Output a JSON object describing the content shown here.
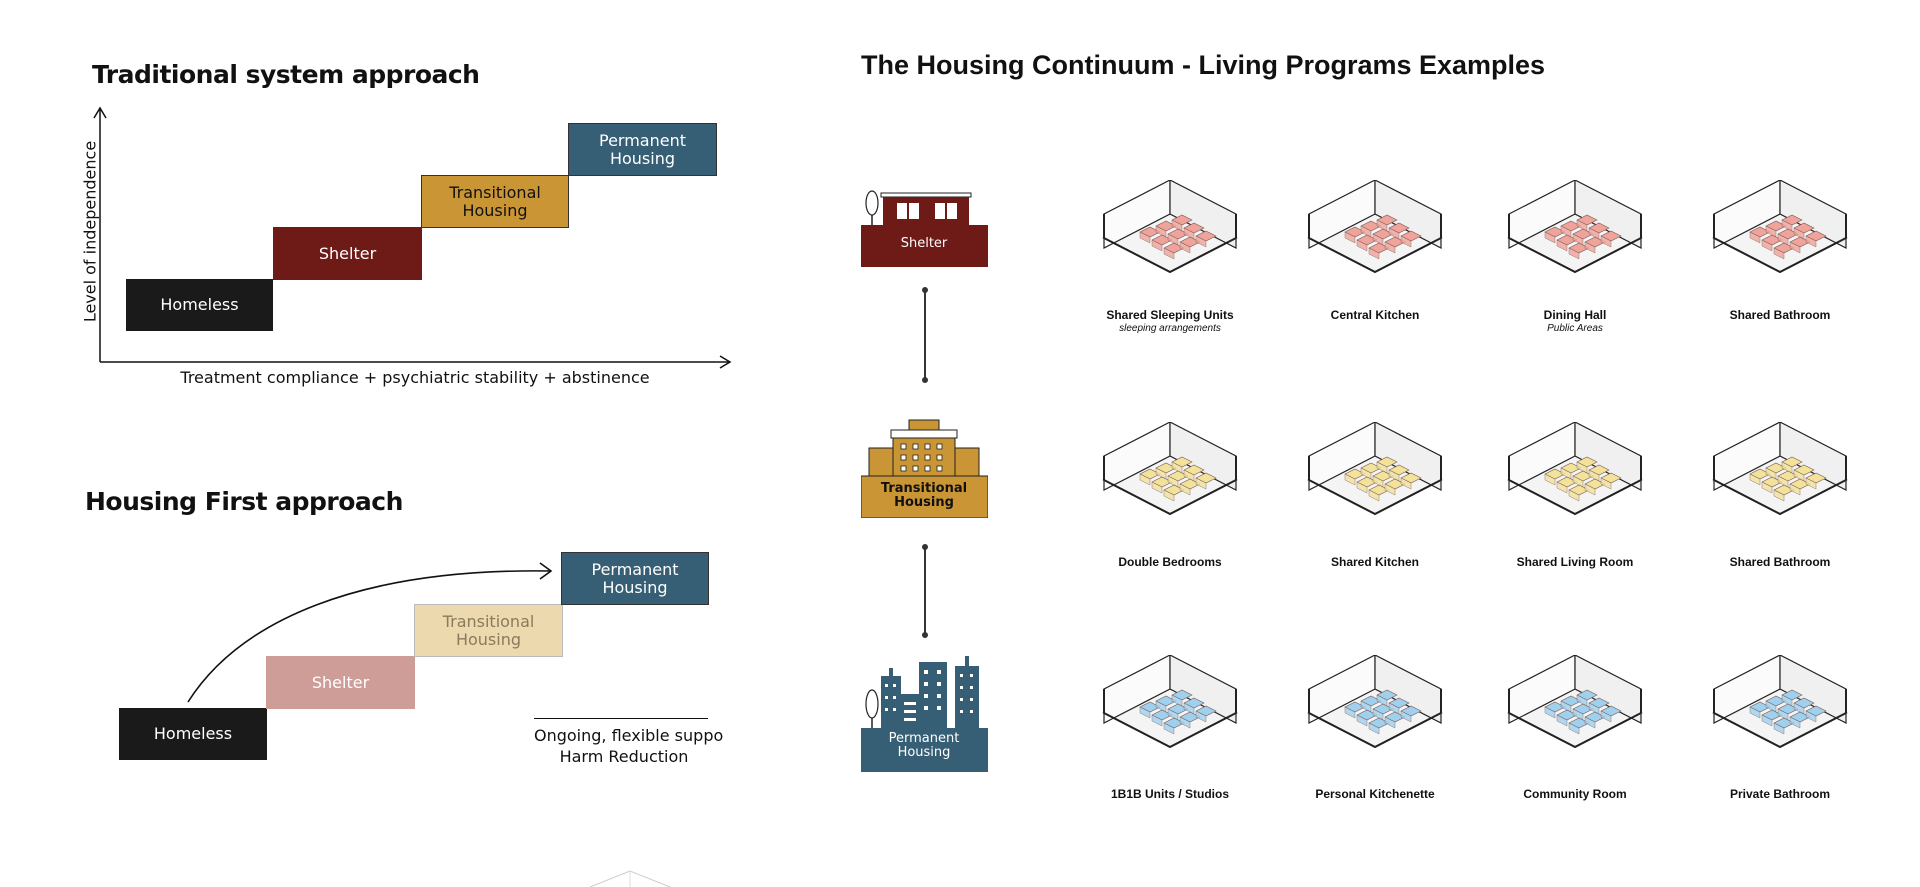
{
  "traditional": {
    "title": "Traditional system approach",
    "y_axis_label": "Level of independence",
    "x_axis_label": "Treatment compliance + psychiatric stability + abstinence",
    "steps": [
      {
        "label": "Homeless",
        "color": "#1a1a1a"
      },
      {
        "label": "Shelter",
        "color": "#6e1a17"
      },
      {
        "label": "Transitional\nHousing",
        "color": "#c99535"
      },
      {
        "label": "Permanent\nHousing",
        "color": "#365e74"
      }
    ]
  },
  "housing_first": {
    "title": "Housing First approach",
    "steps": [
      {
        "label": "Homeless",
        "color": "#1a1a1a"
      },
      {
        "label": "Shelter",
        "color": "#cf9d98"
      },
      {
        "label": "Transitional\nHousing",
        "color": "#ecd9ae"
      },
      {
        "label": "Permanent\nHousing",
        "color": "#365e74"
      }
    ],
    "support_line1": "Ongoing, flexible suppo",
    "support_line2": "Harm Reduction"
  },
  "continuum": {
    "title": "The Housing Continuum - Living Programs Examples",
    "levels": [
      {
        "icon": "shelter-building-icon",
        "label": "Shelter",
        "color": "#6e1a17",
        "text_color": "#ffffff",
        "rooms": [
          {
            "caption": "Shared Sleeping Units",
            "sub": "sleeping arrangements",
            "fill": "#f0a39a",
            "icon": "shared-sleeping-units-icon"
          },
          {
            "caption": "Central Kitchen",
            "sub": "",
            "fill": "#f0a39a",
            "icon": "central-kitchen-icon"
          },
          {
            "caption": "Dining Hall",
            "sub": "Public Areas",
            "fill": "#f0a39a",
            "icon": "dining-hall-icon"
          },
          {
            "caption": "Shared Bathroom",
            "sub": "",
            "fill": "#f0a39a",
            "icon": "shared-bathroom-icon"
          }
        ]
      },
      {
        "icon": "transitional-building-icon",
        "label": "Transitional\nHousing",
        "color": "#c99535",
        "text_color": "#111111",
        "rooms": [
          {
            "caption": "Double Bedrooms",
            "sub": "",
            "fill": "#f2e29a",
            "icon": "double-bedrooms-icon"
          },
          {
            "caption": "Shared Kitchen",
            "sub": "",
            "fill": "#f2e29a",
            "icon": "shared-kitchen-icon"
          },
          {
            "caption": "Shared Living Room",
            "sub": "",
            "fill": "#f2e29a",
            "icon": "shared-living-room-icon"
          },
          {
            "caption": "Shared Bathroom",
            "sub": "",
            "fill": "#f2e29a",
            "icon": "shared-bathroom-icon"
          }
        ]
      },
      {
        "icon": "permanent-buildings-icon",
        "label": "Permanent\nHousing",
        "color": "#365e74",
        "text_color": "#ffffff",
        "rooms": [
          {
            "caption": "1B1B Units / Studios",
            "sub": "",
            "fill": "#9fd0ee",
            "icon": "studio-unit-icon"
          },
          {
            "caption": "Personal Kitchenette",
            "sub": "",
            "fill": "#9fd0ee",
            "icon": "kitchenette-icon"
          },
          {
            "caption": "Community Room",
            "sub": "",
            "fill": "#9fd0ee",
            "icon": "community-room-icon"
          },
          {
            "caption": "Private Bathroom",
            "sub": "",
            "fill": "#9fd0ee",
            "icon": "private-bathroom-icon"
          }
        ]
      }
    ]
  }
}
